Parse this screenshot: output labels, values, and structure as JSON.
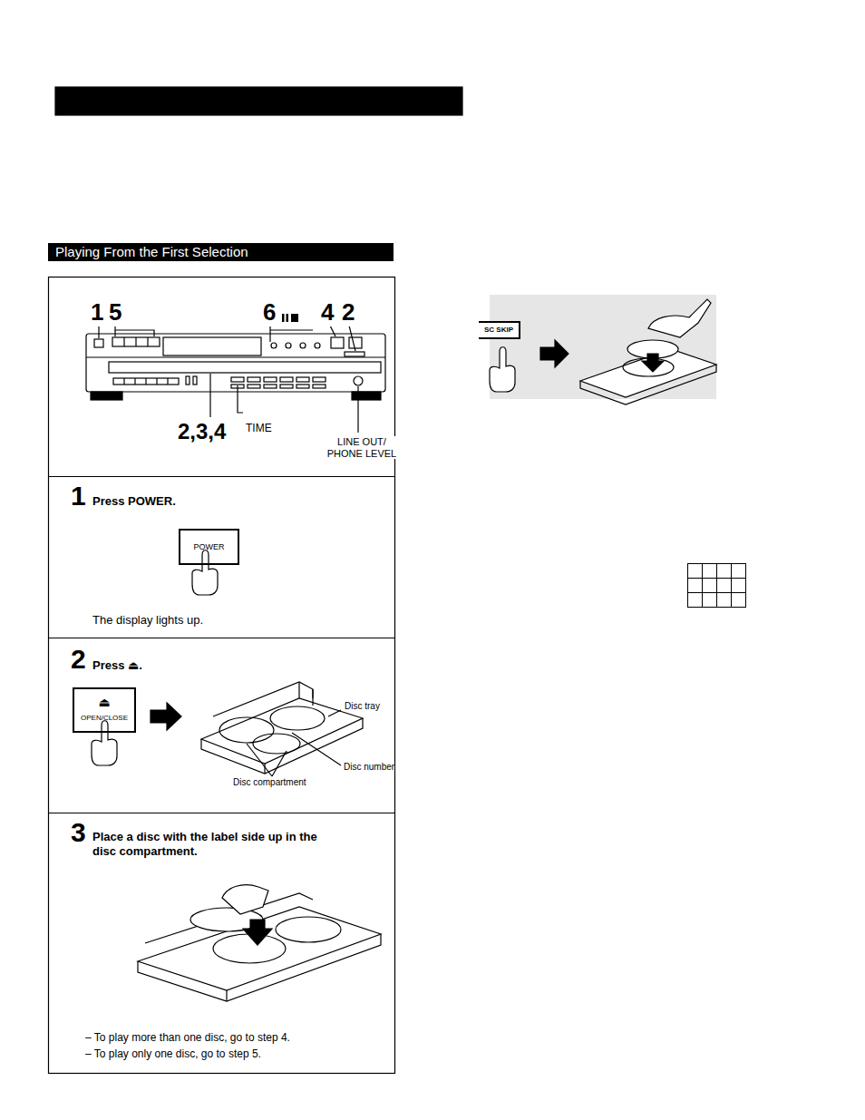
{
  "diagram": {
    "nodes": [
      {
        "text": [
          "Playing From the First Selection"
        ]
      },
      {
        "text": [
          "1",
          "Press POWER.",
          "The display lights up."
        ]
      },
      {
        "text": [
          "POWER"
        ],
        "in": 1
      },
      {
        "text": [
          "2",
          "Press ⏏."
        ]
      },
      {
        "text": [
          "⏏",
          "OPEN/CLOSE"
        ],
        "in": 3
      },
      {
        "text": [
          "3",
          "Place a disc with the label side up in the disc compartment.",
          "– To play more than one disc, go to step 4.",
          "– To play only one disc, go to step 5."
        ]
      },
      {
        "text": [
          "SC SKIP"
        ]
      }
    ],
    "labels": [
      "1",
      "5",
      "6",
      "4",
      "2",
      "2,3,4",
      "TIME",
      "LINE OUT/ PHONE LEVEL",
      "Disc tray",
      "Disc number",
      "Disc compartment"
    ]
  }
}
